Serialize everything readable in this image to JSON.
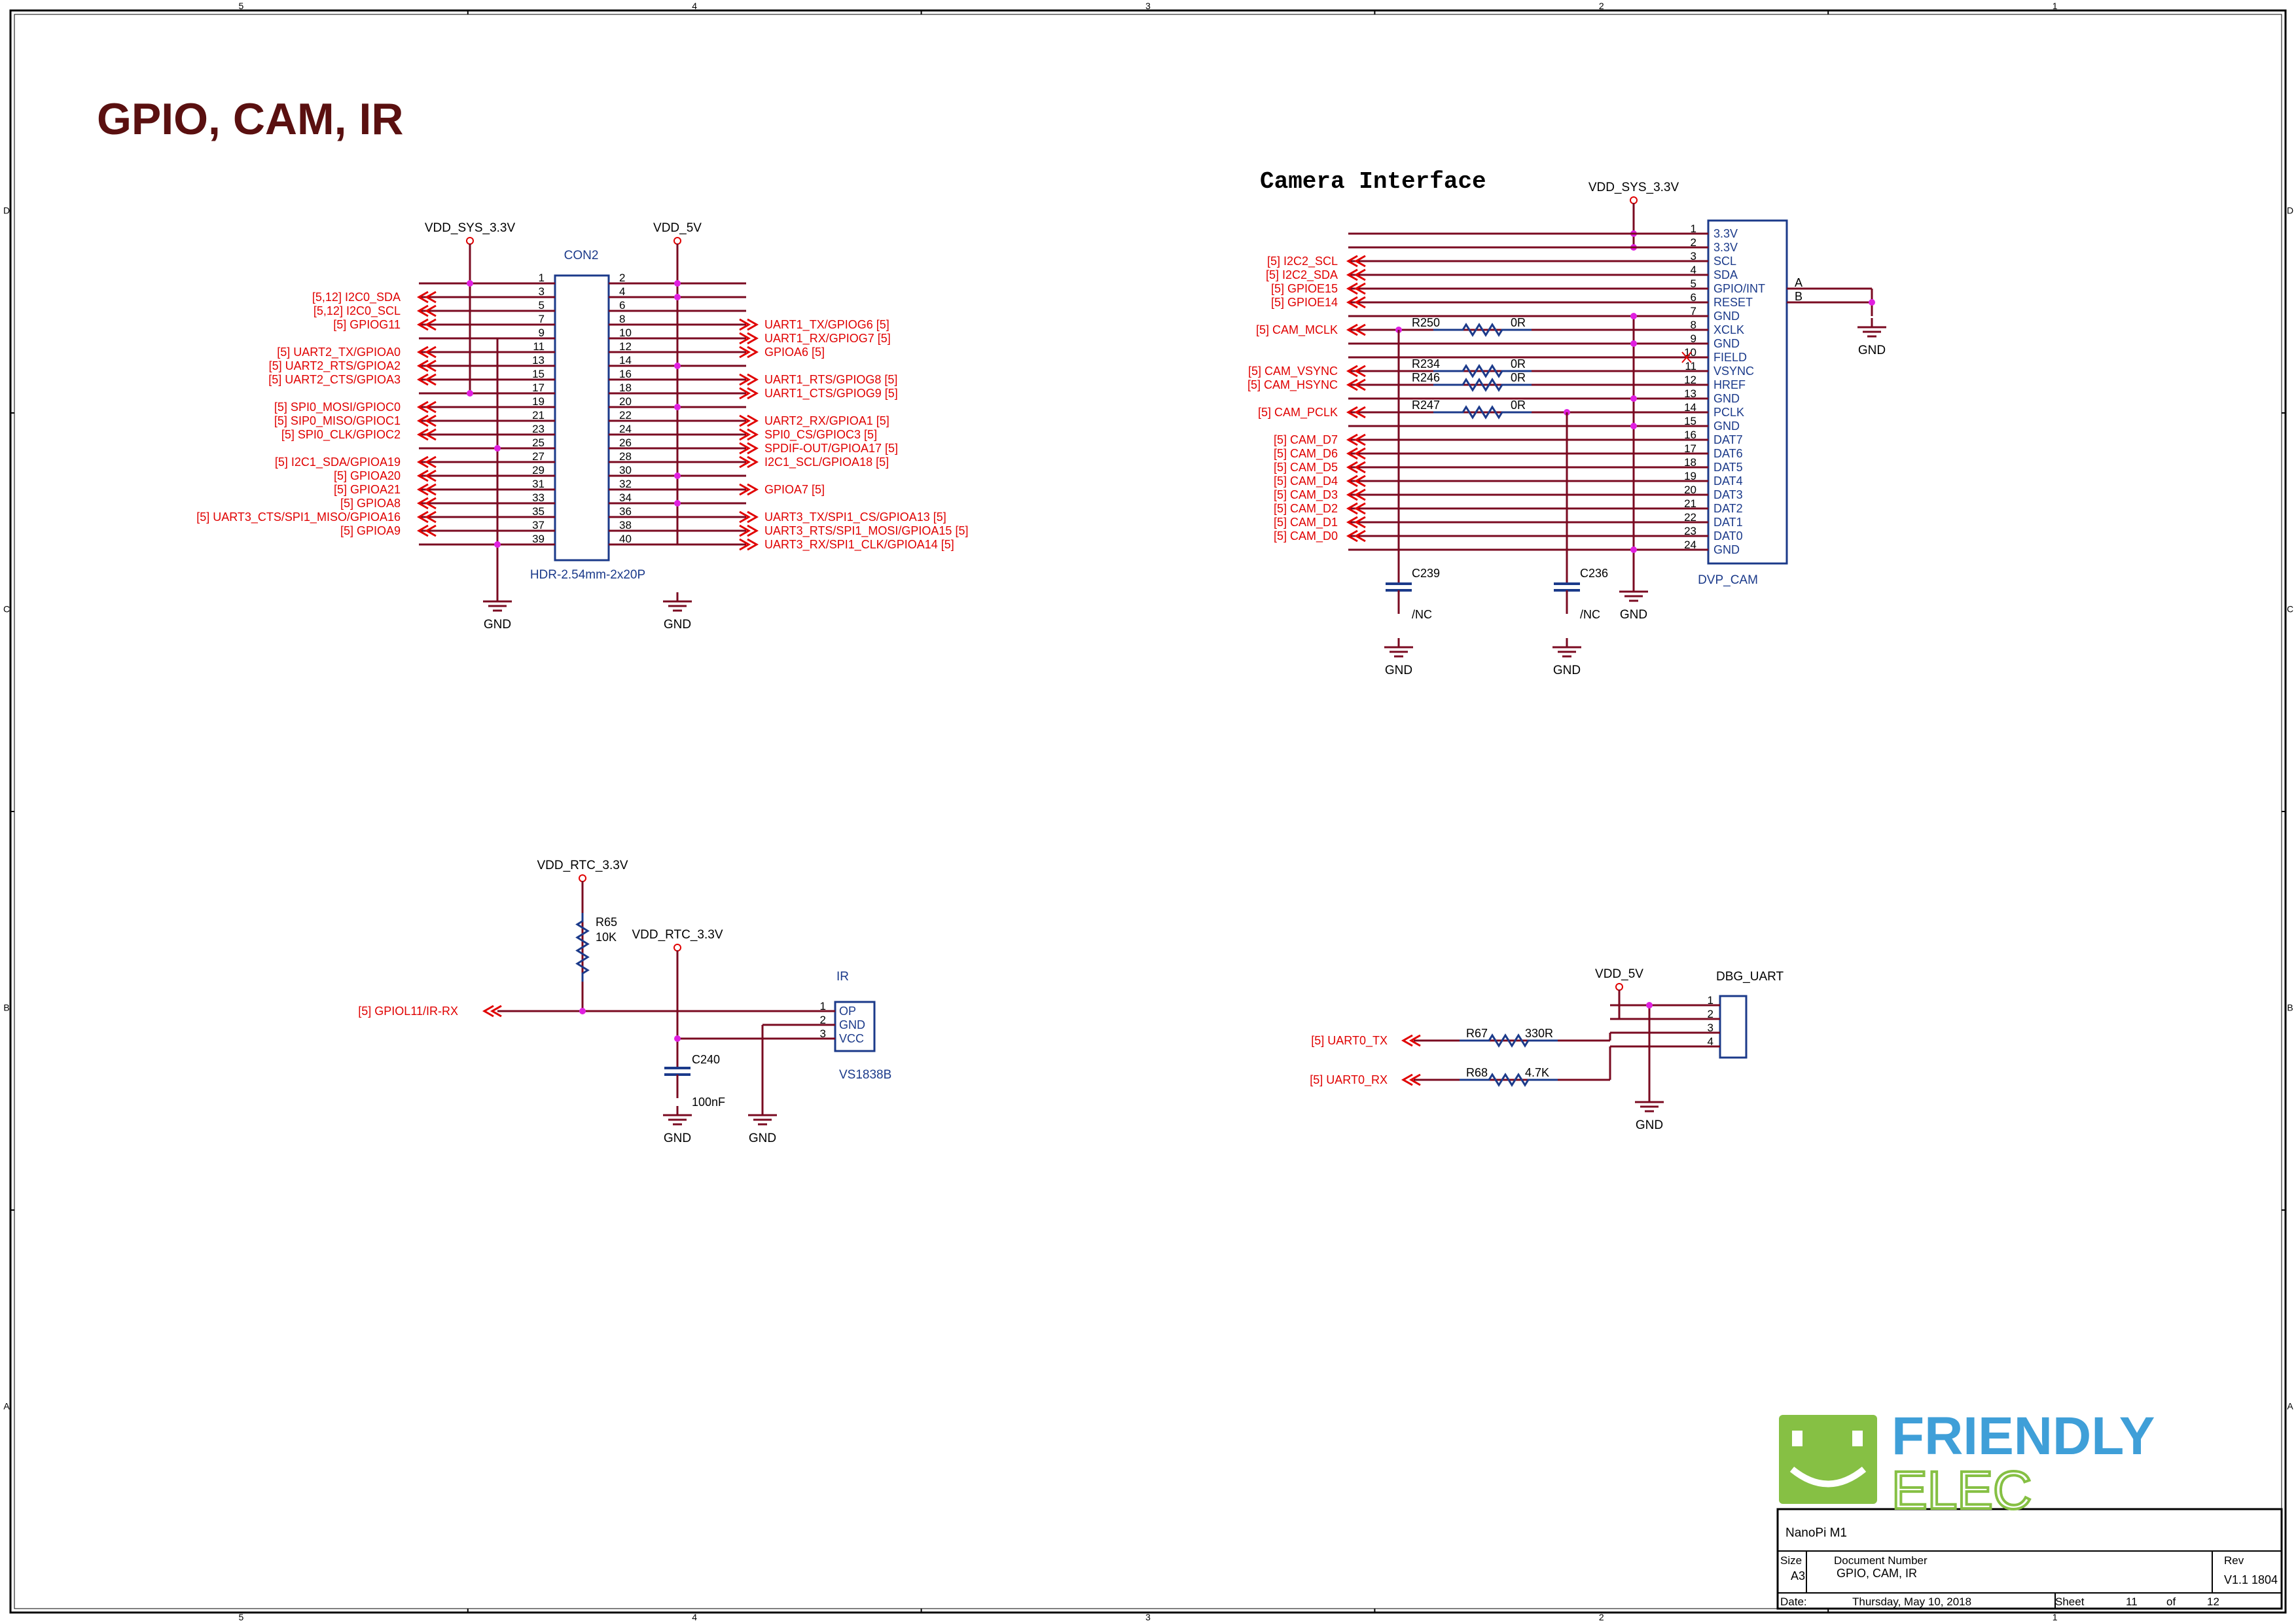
{
  "title": "GPIO, CAM, IR",
  "frame": {
    "columns": [
      "5",
      "4",
      "3",
      "2",
      "1"
    ],
    "rows": [
      "D",
      "C",
      "B",
      "A"
    ]
  },
  "logo": {
    "line1": "FRIENDLY",
    "line2": "ELEC"
  },
  "titleblock": {
    "board": "NanoPi M1",
    "size_label": "Size",
    "size": "A3",
    "docnum_label": "Document  Number",
    "docnum": "GPIO, CAM, IR",
    "rev_label": "Rev",
    "rev": "V1.1 1804",
    "date_label": "Date:",
    "date": "Thursday, May 10, 2018",
    "sheet_label": "Sheet",
    "sheet": "11",
    "of_label": "of",
    "of": "12"
  },
  "con2": {
    "ref": "CON2",
    "part": "HDR-2.54mm-2x20P",
    "vdd33": "VDD_SYS_3.3V",
    "vdd5": "VDD_5V",
    "gnd": "GND",
    "left_pins": [
      {
        "pin": "1",
        "net": ""
      },
      {
        "pin": "3",
        "net": "[5,12]  I2C0_SDA"
      },
      {
        "pin": "5",
        "net": "[5,12]  I2C0_SCL"
      },
      {
        "pin": "7",
        "net": "[5]  GPIOG11"
      },
      {
        "pin": "9",
        "net": ""
      },
      {
        "pin": "11",
        "net": "[5]  UART2_TX/GPIOA0"
      },
      {
        "pin": "13",
        "net": "[5]  UART2_RTS/GPIOA2"
      },
      {
        "pin": "15",
        "net": "[5]  UART2_CTS/GPIOA3"
      },
      {
        "pin": "17",
        "net": ""
      },
      {
        "pin": "19",
        "net": "[5]  SPI0_MOSI/GPIOC0"
      },
      {
        "pin": "21",
        "net": "[5]  SIP0_MISO/GPIOC1"
      },
      {
        "pin": "23",
        "net": "[5]  SPI0_CLK/GPIOC2"
      },
      {
        "pin": "25",
        "net": ""
      },
      {
        "pin": "27",
        "net": "[5]  I2C1_SDA/GPIOA19"
      },
      {
        "pin": "29",
        "net": "[5]  GPIOA20"
      },
      {
        "pin": "31",
        "net": "[5]  GPIOA21"
      },
      {
        "pin": "33",
        "net": "[5]  GPIOA8"
      },
      {
        "pin": "35",
        "net": "[5]  UART3_CTS/SPI1_MISO/GPIOA16"
      },
      {
        "pin": "37",
        "net": "[5]  GPIOA9"
      },
      {
        "pin": "39",
        "net": ""
      }
    ],
    "right_pins": [
      {
        "pin": "2",
        "net": ""
      },
      {
        "pin": "4",
        "net": ""
      },
      {
        "pin": "6",
        "net": ""
      },
      {
        "pin": "8",
        "net": "UART1_TX/GPIOG6  [5]"
      },
      {
        "pin": "10",
        "net": "UART1_RX/GPIOG7  [5]"
      },
      {
        "pin": "12",
        "net": "GPIOA6  [5]"
      },
      {
        "pin": "14",
        "net": ""
      },
      {
        "pin": "16",
        "net": "UART1_RTS/GPIOG8  [5]"
      },
      {
        "pin": "18",
        "net": "UART1_CTS/GPIOG9  [5]"
      },
      {
        "pin": "20",
        "net": ""
      },
      {
        "pin": "22",
        "net": "UART2_RX/GPIOA1  [5]"
      },
      {
        "pin": "24",
        "net": "SPI0_CS/GPIOC3  [5]"
      },
      {
        "pin": "26",
        "net": "SPDIF-OUT/GPIOA17  [5]"
      },
      {
        "pin": "28",
        "net": "I2C1_SCL/GPIOA18  [5]"
      },
      {
        "pin": "30",
        "net": ""
      },
      {
        "pin": "32",
        "net": "GPIOA7  [5]"
      },
      {
        "pin": "34",
        "net": ""
      },
      {
        "pin": "36",
        "net": "UART3_TX/SPI1_CS/GPIOA13  [5]"
      },
      {
        "pin": "38",
        "net": "UART3_RTS/SPI1_MOSI/GPIOA15  [5]"
      },
      {
        "pin": "40",
        "net": "UART3_RX/SPI1_CLK/GPIOA14  [5]"
      }
    ]
  },
  "camera": {
    "heading": "Camera Interface",
    "ref": "DVP_CAM",
    "vdd": "VDD_SYS_3.3V",
    "gnd": "GND",
    "pins": [
      {
        "pin": "1",
        "name": "3.3V",
        "net": ""
      },
      {
        "pin": "2",
        "name": "3.3V",
        "net": ""
      },
      {
        "pin": "3",
        "name": "SCL",
        "net": "[5]  I2C2_SCL"
      },
      {
        "pin": "4",
        "name": "SDA",
        "net": "[5]  I2C2_SDA"
      },
      {
        "pin": "5",
        "name": "GPIO/INT",
        "net": "[5]  GPIOE15"
      },
      {
        "pin": "6",
        "name": "RESET",
        "net": "[5]  GPIOE14"
      },
      {
        "pin": "7",
        "name": "GND",
        "net": ""
      },
      {
        "pin": "8",
        "name": "XCLK",
        "net": "[5]  CAM_MCLK"
      },
      {
        "pin": "9",
        "name": "GND",
        "net": ""
      },
      {
        "pin": "10",
        "name": "FIELD",
        "net": ""
      },
      {
        "pin": "11",
        "name": "VSYNC",
        "net": "[5]  CAM_VSYNC"
      },
      {
        "pin": "12",
        "name": "HREF",
        "net": "[5]  CAM_HSYNC"
      },
      {
        "pin": "13",
        "name": "GND",
        "net": ""
      },
      {
        "pin": "14",
        "name": "PCLK",
        "net": "[5]  CAM_PCLK"
      },
      {
        "pin": "15",
        "name": "GND",
        "net": ""
      },
      {
        "pin": "16",
        "name": "DAT7",
        "net": "[5]  CAM_D7"
      },
      {
        "pin": "17",
        "name": "DAT6",
        "net": "[5]  CAM_D6"
      },
      {
        "pin": "18",
        "name": "DAT5",
        "net": "[5]  CAM_D5"
      },
      {
        "pin": "19",
        "name": "DAT4",
        "net": "[5]  CAM_D4"
      },
      {
        "pin": "20",
        "name": "DAT3",
        "net": "[5]  CAM_D3"
      },
      {
        "pin": "21",
        "name": "DAT2",
        "net": "[5]  CAM_D2"
      },
      {
        "pin": "22",
        "name": "DAT1",
        "net": "[5]  CAM_D1"
      },
      {
        "pin": "23",
        "name": "DAT0",
        "net": "[5]  CAM_D0"
      },
      {
        "pin": "24",
        "name": "GND",
        "net": ""
      }
    ],
    "resistors": [
      {
        "ref": "R250",
        "val": "0R"
      },
      {
        "ref": "R234",
        "val": "0R"
      },
      {
        "ref": "R246",
        "val": "0R"
      },
      {
        "ref": "R247",
        "val": "0R"
      }
    ],
    "caps": [
      {
        "ref": "C239",
        "val": "/NC"
      },
      {
        "ref": "C236",
        "val": "/NC"
      }
    ],
    "ab": {
      "a": "A",
      "b": "B"
    }
  },
  "ir": {
    "ref": "IR",
    "part": "VS1838B",
    "vdd": "VDD_RTC_3.3V",
    "net": "[5]  GPIOL11/IR-RX",
    "r_ref": "R65",
    "r_val": "10K",
    "c_ref": "C240",
    "c_val": "100nF",
    "gnd": "GND",
    "pins": [
      {
        "pin": "1",
        "name": "OP"
      },
      {
        "pin": "2",
        "name": "GND"
      },
      {
        "pin": "3",
        "name": "VCC"
      }
    ]
  },
  "dbg": {
    "ref": "DBG_UART",
    "vdd": "VDD_5V",
    "gnd": "GND",
    "tx": "[5]  UART0_TX",
    "rx": "[5]  UART0_RX",
    "r1_ref": "R67",
    "r1_val": "330R",
    "r2_ref": "R68",
    "r2_val": "4.7K",
    "pins": [
      "1",
      "2",
      "3",
      "4"
    ]
  }
}
